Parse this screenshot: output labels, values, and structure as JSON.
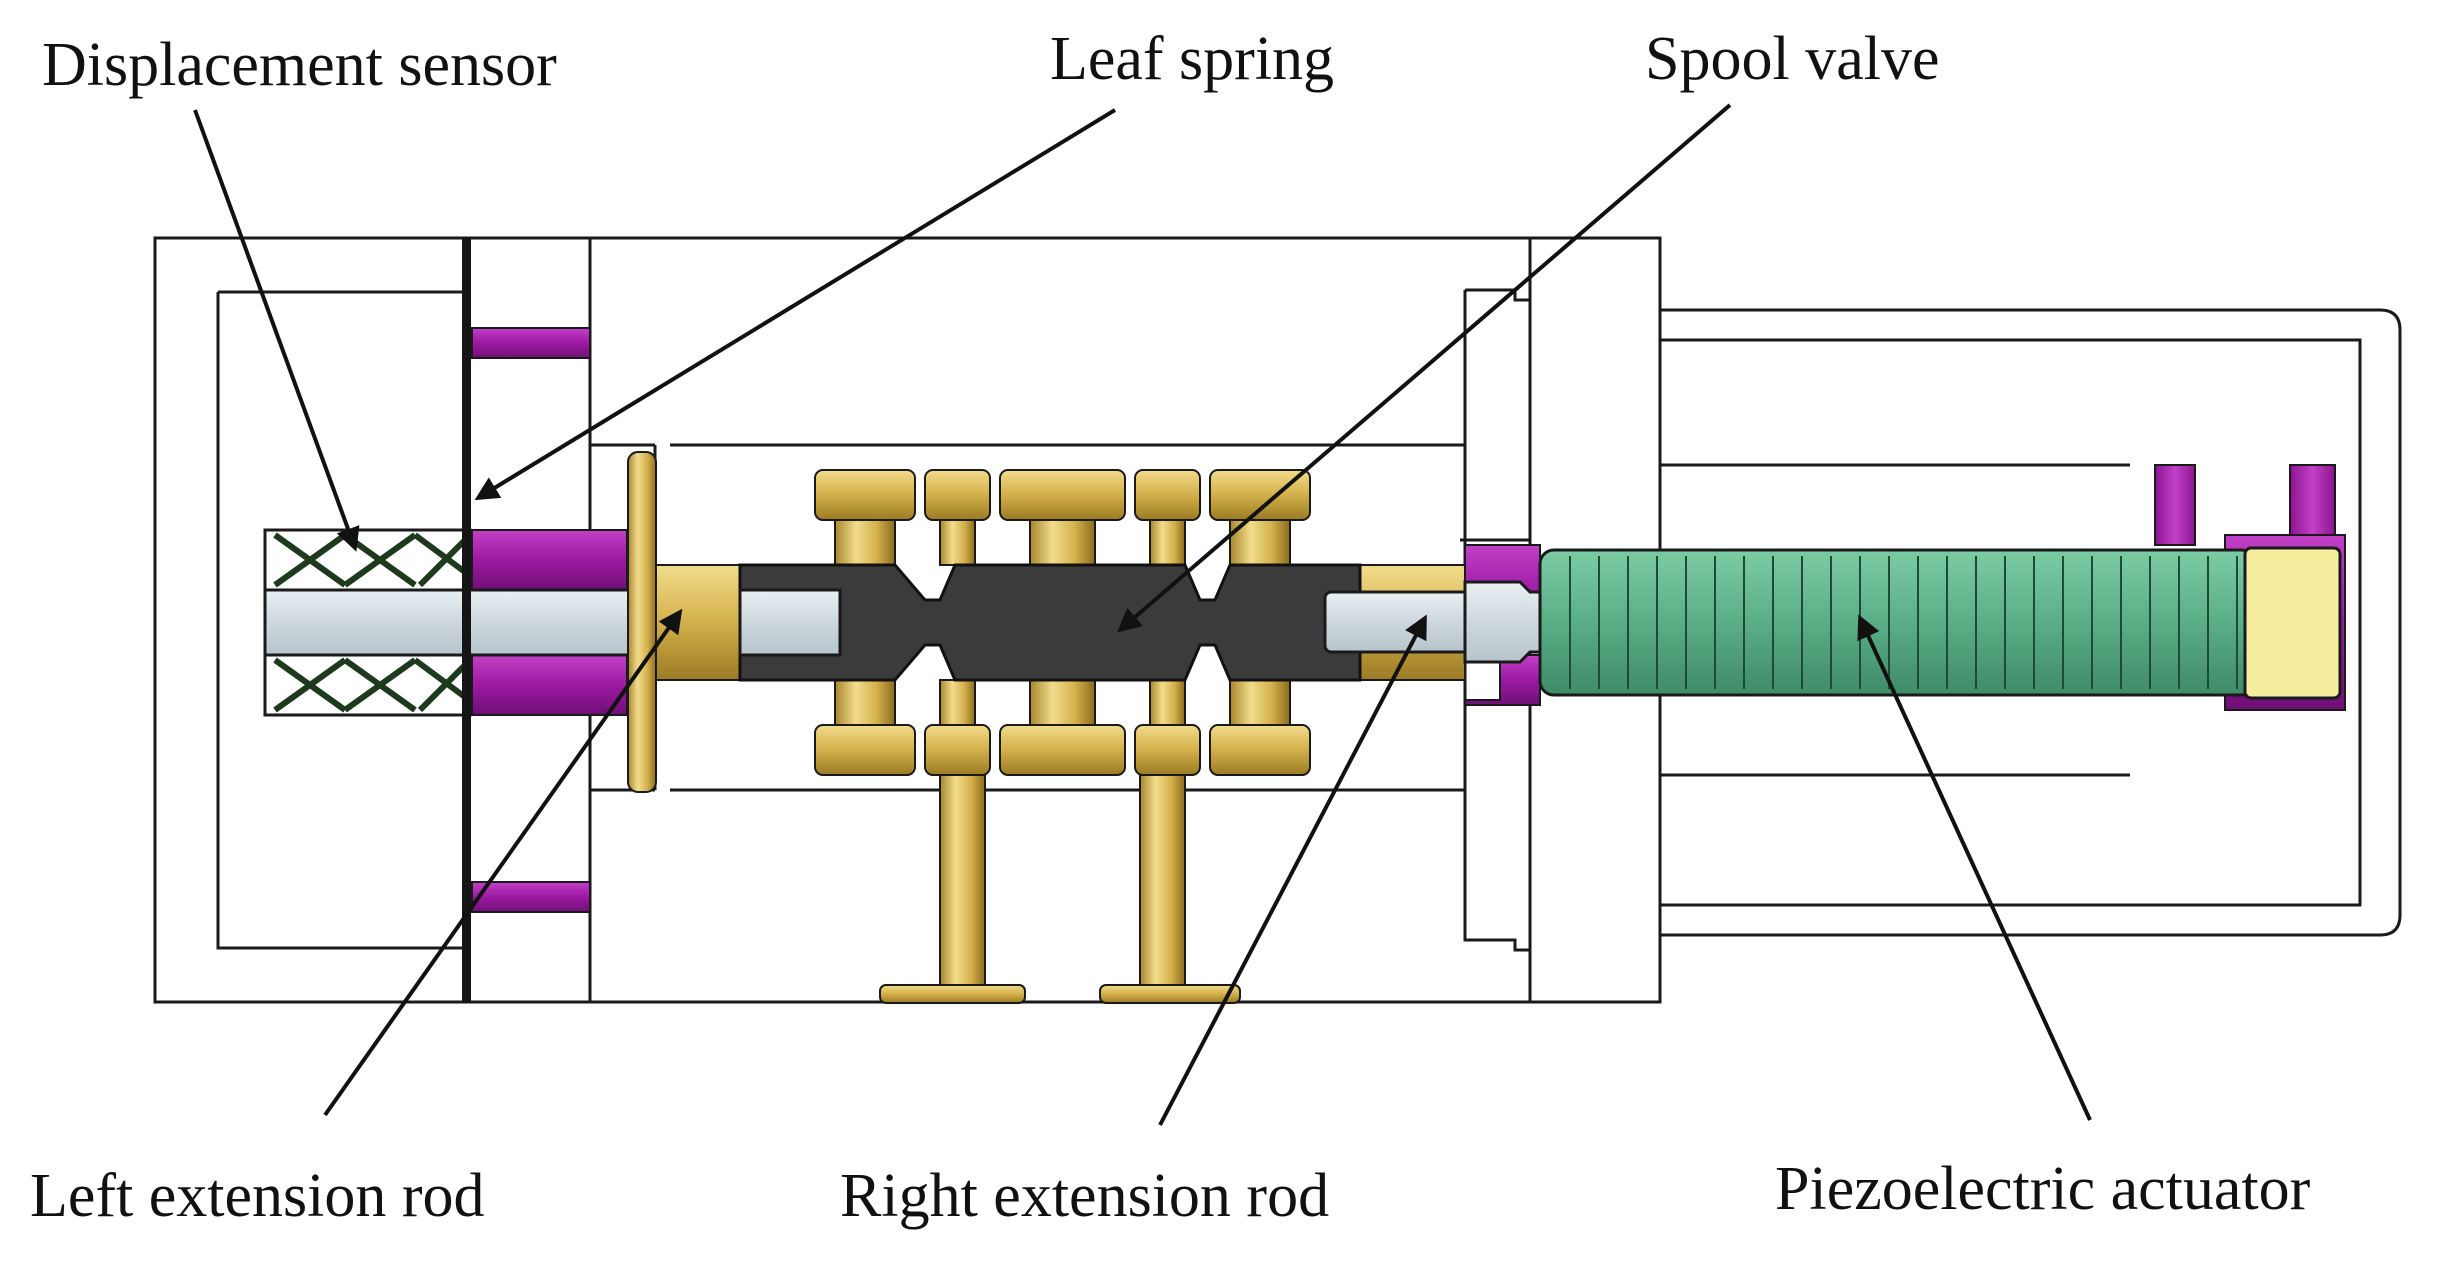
{
  "labels": {
    "displacement_sensor": "Displacement sensor",
    "leaf_spring": "Leaf spring",
    "spool_valve": "Spool valve",
    "left_extension_rod": "Left extension rod",
    "right_extension_rod": "Right extension rod",
    "piezoelectric_actuator": "Piezoelectric actuator"
  },
  "colors": {
    "outline": "#1a1a1a",
    "purple": "#a21fa8",
    "gold": "#d6b552",
    "gold_dark": "#8d6e20",
    "rod": "#d3dde3",
    "spool": "#3a3a3a",
    "piezo": "#5fb88e",
    "cap": "#f6ee9e"
  }
}
